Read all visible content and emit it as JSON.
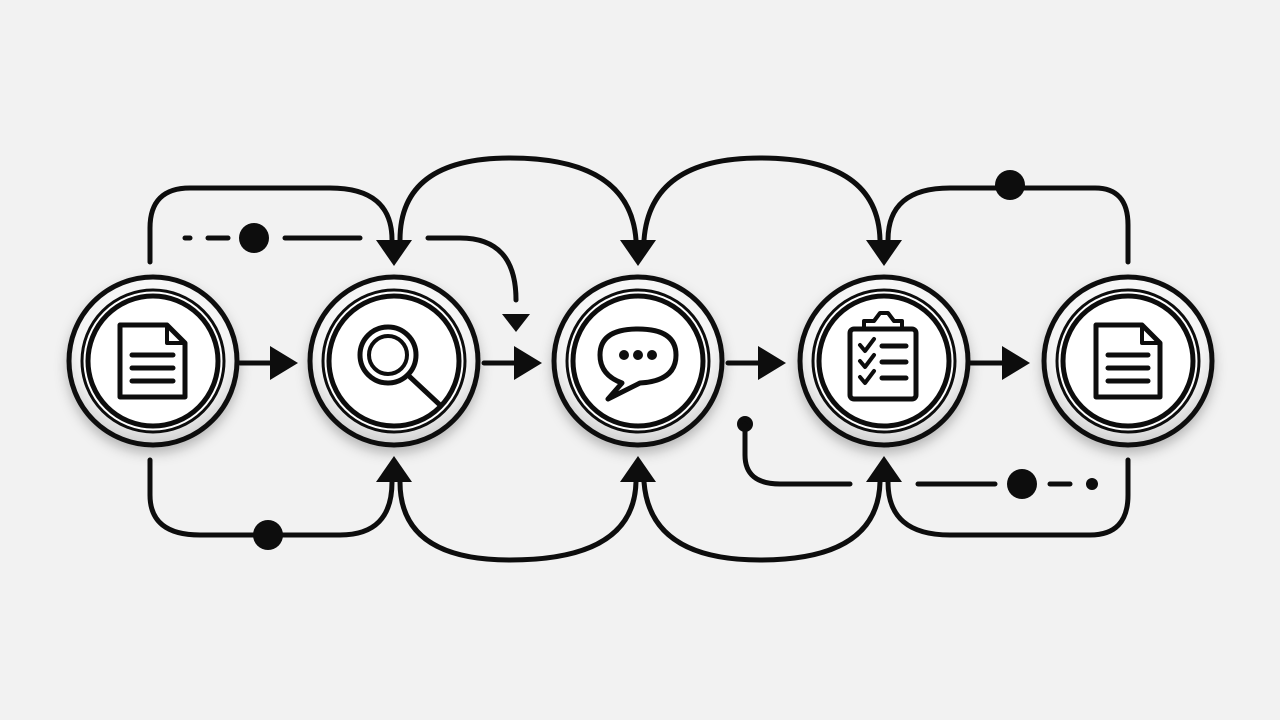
{
  "diagram": {
    "nodes": [
      {
        "id": "n1",
        "icon": "document-icon"
      },
      {
        "id": "n2",
        "icon": "magnifier-icon"
      },
      {
        "id": "n3",
        "icon": "chat-bubble-icon"
      },
      {
        "id": "n4",
        "icon": "clipboard-checklist-icon"
      },
      {
        "id": "n5",
        "icon": "document-icon"
      }
    ],
    "edges": [
      {
        "from": "n1",
        "to": "n2"
      },
      {
        "from": "n2",
        "to": "n3"
      },
      {
        "from": "n3",
        "to": "n4"
      },
      {
        "from": "n4",
        "to": "n5"
      }
    ],
    "colors": {
      "background": "#f2f2f2",
      "ink": "#0d0d0d",
      "node_fill": "#ffffff"
    }
  }
}
